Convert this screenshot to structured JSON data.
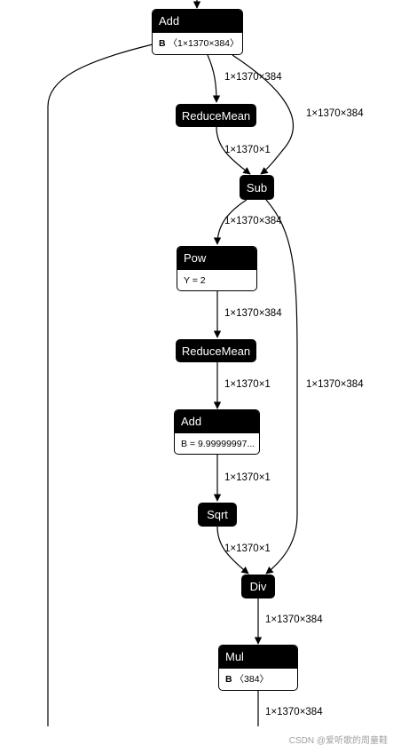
{
  "nodes": {
    "add1": {
      "title": "Add",
      "attr_name": "B",
      "attr_value": "〈1×1370×384〉"
    },
    "reducemean1": {
      "title": "ReduceMean"
    },
    "sub": {
      "title": "Sub"
    },
    "pow": {
      "title": "Pow",
      "attr_text": "Y = 2"
    },
    "reducemean2": {
      "title": "ReduceMean"
    },
    "add2": {
      "title": "Add",
      "attr_text": "B = 9.99999997..."
    },
    "sqrt": {
      "title": "Sqrt"
    },
    "div": {
      "title": "Div"
    },
    "mul": {
      "title": "Mul",
      "attr_name": "B",
      "attr_value": "〈384〉"
    }
  },
  "edges": {
    "add_to_reducemean": "1×1370×384",
    "add_to_sub": "1×1370×384",
    "reducemean_to_sub": "1×1370×1",
    "sub_to_pow": "1×1370×384",
    "pow_to_reducemean": "1×1370×384",
    "reducemean_to_add": "1×1370×1",
    "sub_to_div": "1×1370×384",
    "add_to_sqrt": "1×1370×1",
    "sqrt_to_div": "1×1370×1",
    "div_to_mul": "1×1370×384",
    "mul_out": "1×1370×384"
  },
  "watermark": "CSDN @爱听歌的周童鞋"
}
